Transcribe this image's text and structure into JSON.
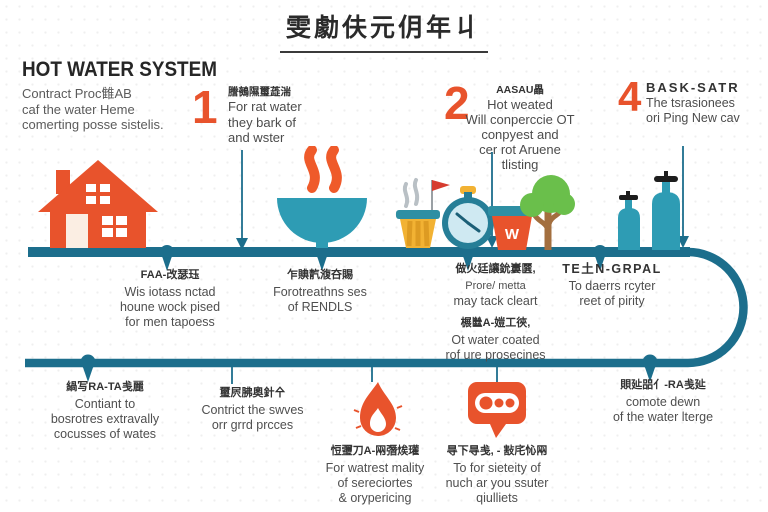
{
  "title": {
    "text": "雯勮伕元仴年丩"
  },
  "intro": {
    "heading": "HOT WATER SYSTEM",
    "lines": [
      "Contract Proc雔AB",
      "caf the water Heme",
      "comerting posse sistelis."
    ]
  },
  "steps": [
    {
      "number": "1",
      "cjk": "謄鵺隰璽蕋湍",
      "lines": [
        "For rat water",
        "they bark of",
        "and wster"
      ]
    },
    {
      "number": "2",
      "cjk": "AASAU畾",
      "lines": [
        "Hot weated",
        "Will conperccie OT",
        "conpyest and",
        "cer rot Aruene",
        "tlisting"
      ]
    },
    {
      "number": "4",
      "heading": "BASK-SATR",
      "lines": [
        "The tsrasionees",
        "ori Ping New cav"
      ]
    }
  ],
  "top_labels": [
    {
      "heading": "FAA-改瑟珏",
      "lines": [
        "Wis iotass nctad",
        "houne wock pised",
        "for men tapoess"
      ]
    },
    {
      "heading": "乍賟靔澓夻賜",
      "lines": [
        "Forotreathns ses",
        "of RENDLS"
      ]
    },
    {
      "heading": "做火廷讓鈗㟺㔵,",
      "lines": [
        "Prore/ metta",
        "may tack cleart"
      ]
    },
    {
      "heading": "榐㡭A-㜐工㣣,",
      "lines": [
        "Ot water coated",
        "rof ure prosecines"
      ]
    },
    {
      "heading": "TE土N-GRPAL",
      "lines": [
        "To daerrs rcyter",
        "reet of pirity"
      ]
    }
  ],
  "bottom_labels": [
    {
      "heading": "緺写RA-TA㦮麗",
      "lines": [
        "Contiant to",
        "bosrotres extravally",
        "cocusses of wates"
      ]
    },
    {
      "heading": "璽屄胇奧針㐃",
      "lines": [
        "Contrict the swves",
        "orr grrd prcces"
      ]
    },
    {
      "heading": "㤱瓕刀A-㒳㣅㶼瓘",
      "lines": [
        "For watrest mality",
        "of sereciortes",
        "& orypericing"
      ]
    },
    {
      "heading": "㝵下㝵㦮, - 㪡㡯㤈㒳",
      "lines": [
        "To for sieteity of",
        "nuch ar you ssuter",
        "qiulliets"
      ]
    },
    {
      "heading": "賏㢟㗊亻-RA㦮㢟",
      "lines": [
        "comote dewn",
        "of the water lterge"
      ]
    }
  ],
  "icons": {
    "bin_letter": "W",
    "names": [
      "house-icon",
      "steam-bowl-icon",
      "hot-drink-icon",
      "flag-icon",
      "alarm-clock-icon",
      "waste-bin-icon",
      "tree-icon",
      "gas-cylinders-icon",
      "flame-icon",
      "chat-bubble-icon"
    ]
  },
  "colors": {
    "timeline": "#1c6e8c",
    "icon_teal": "#2e9cb4",
    "orange": "#e8532c",
    "yellow": "#f2b233",
    "red": "#d63c2f",
    "green": "#6abf4b",
    "brown": "#a36f3f"
  }
}
